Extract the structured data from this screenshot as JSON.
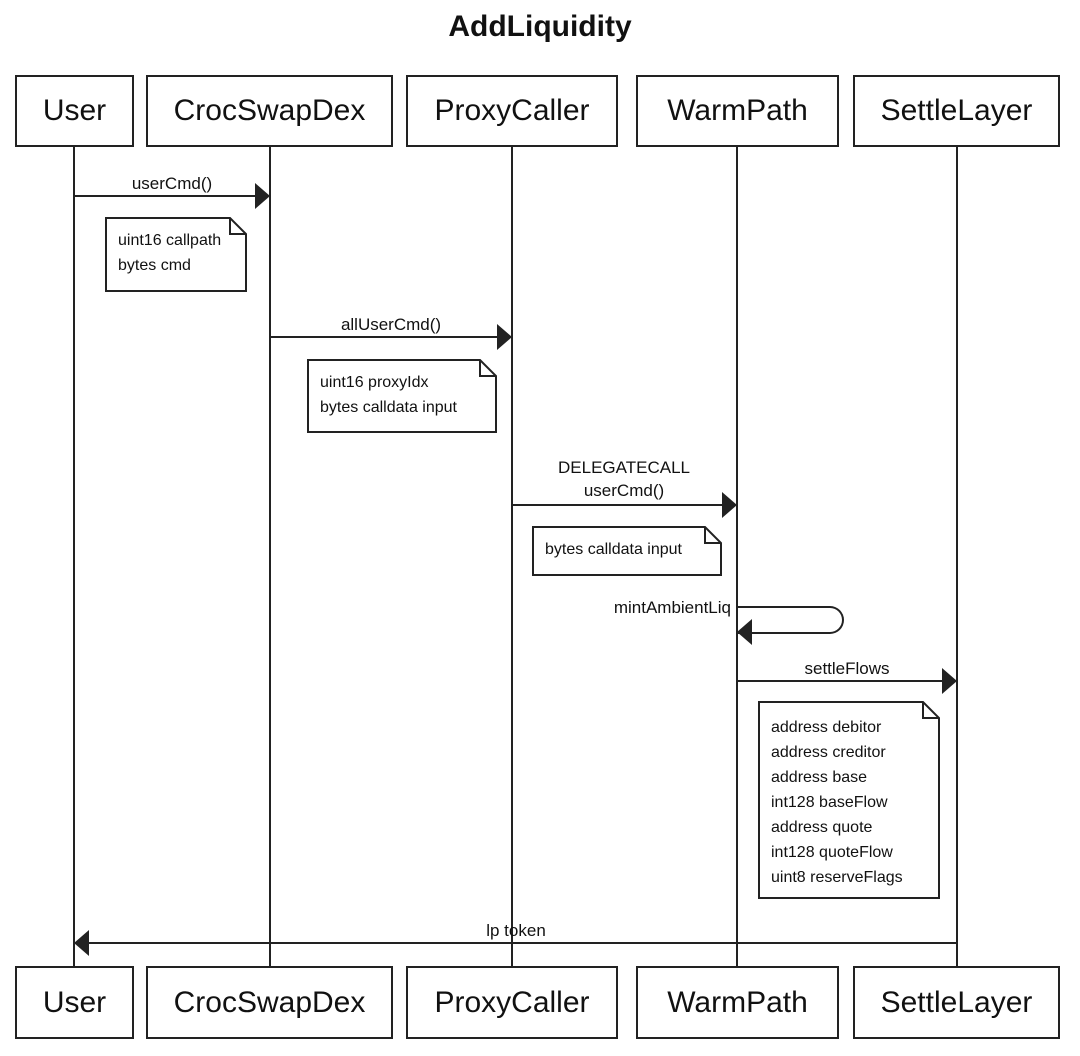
{
  "title": "AddLiquidity",
  "colors": {
    "line": "#222222",
    "text": "#111111",
    "background": "#ffffff"
  },
  "participants": [
    {
      "name": "User"
    },
    {
      "name": "CrocSwapDex"
    },
    {
      "name": "ProxyCaller"
    },
    {
      "name": "WarmPath"
    },
    {
      "name": "SettleLayer"
    }
  ],
  "messages": [
    {
      "from": "User",
      "to": "CrocSwapDex",
      "lines": [
        "userCmd()"
      ]
    },
    {
      "from": "CrocSwapDex",
      "to": "ProxyCaller",
      "lines": [
        "allUserCmd()"
      ]
    },
    {
      "from": "ProxyCaller",
      "to": "WarmPath",
      "lines": [
        "DELEGATECALL",
        "userCmd()"
      ]
    },
    {
      "from": "WarmPath",
      "to": "WarmPath",
      "self_message": true,
      "lines": [
        "mintAmbientLiq"
      ]
    },
    {
      "from": "WarmPath",
      "to": "SettleLayer",
      "lines": [
        "settleFlows"
      ]
    },
    {
      "from": "SettleLayer",
      "to": "User",
      "lines": [
        "lp token"
      ]
    }
  ],
  "notes": [
    {
      "lines": [
        "uint16 callpath",
        "bytes cmd"
      ]
    },
    {
      "lines": [
        "uint16 proxyIdx",
        "bytes calldata input"
      ]
    },
    {
      "lines": [
        "bytes calldata input"
      ]
    },
    {
      "lines": [
        "address debitor",
        "address creditor",
        "address base",
        "int128 baseFlow",
        "address quote",
        "int128 quoteFlow",
        "uint8 reserveFlags"
      ]
    }
  ]
}
